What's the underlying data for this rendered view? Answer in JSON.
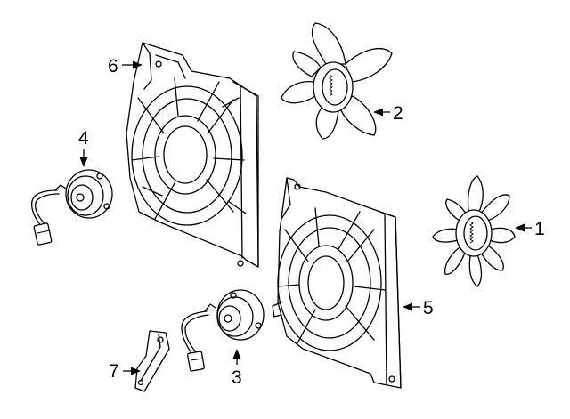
{
  "diagram": {
    "parts": [
      {
        "number": "1",
        "part": "fan-blade-right"
      },
      {
        "number": "2",
        "part": "fan-blade-left"
      },
      {
        "number": "3",
        "part": "fan-motor-right"
      },
      {
        "number": "4",
        "part": "fan-motor-left"
      },
      {
        "number": "5",
        "part": "fan-shroud-right"
      },
      {
        "number": "6",
        "part": "fan-shroud-left"
      },
      {
        "number": "7",
        "part": "bracket"
      }
    ],
    "icons": [
      "fan-blade",
      "fan-motor",
      "fan-shroud",
      "bracket",
      "arrow"
    ],
    "colors": {
      "line": "#000000",
      "background": "#ffffff"
    }
  }
}
